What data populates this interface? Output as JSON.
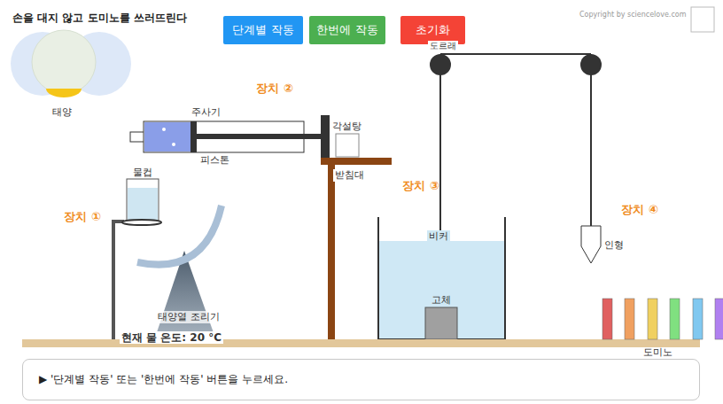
{
  "diagram": {
    "title": "손을 대지 않고 도미노를 쓰러뜨린다",
    "nodes": [
      {
        "text": [
          "단계별 작동"
        ]
      },
      {
        "text": [
          "한번에 작동"
        ]
      },
      {
        "text": [
          "초기화"
        ]
      },
      {
        "text": [
          "▶ '단계별 작동' 또는 '한번에 작동' 버튼을 누르세요."
        ]
      }
    ],
    "labels": [
      "Copyright by sciencelove.com",
      "태양",
      "장치 ②",
      "주사기",
      "피스톤",
      "각설탕",
      "받침대",
      "도르래",
      "물컵",
      "장치 ①",
      "장치 ③",
      "비커",
      "장치 ④",
      "인형",
      "고체",
      "태양열 조리기",
      "현재 물 온도: 20 °C",
      "도미노"
    ]
  }
}
